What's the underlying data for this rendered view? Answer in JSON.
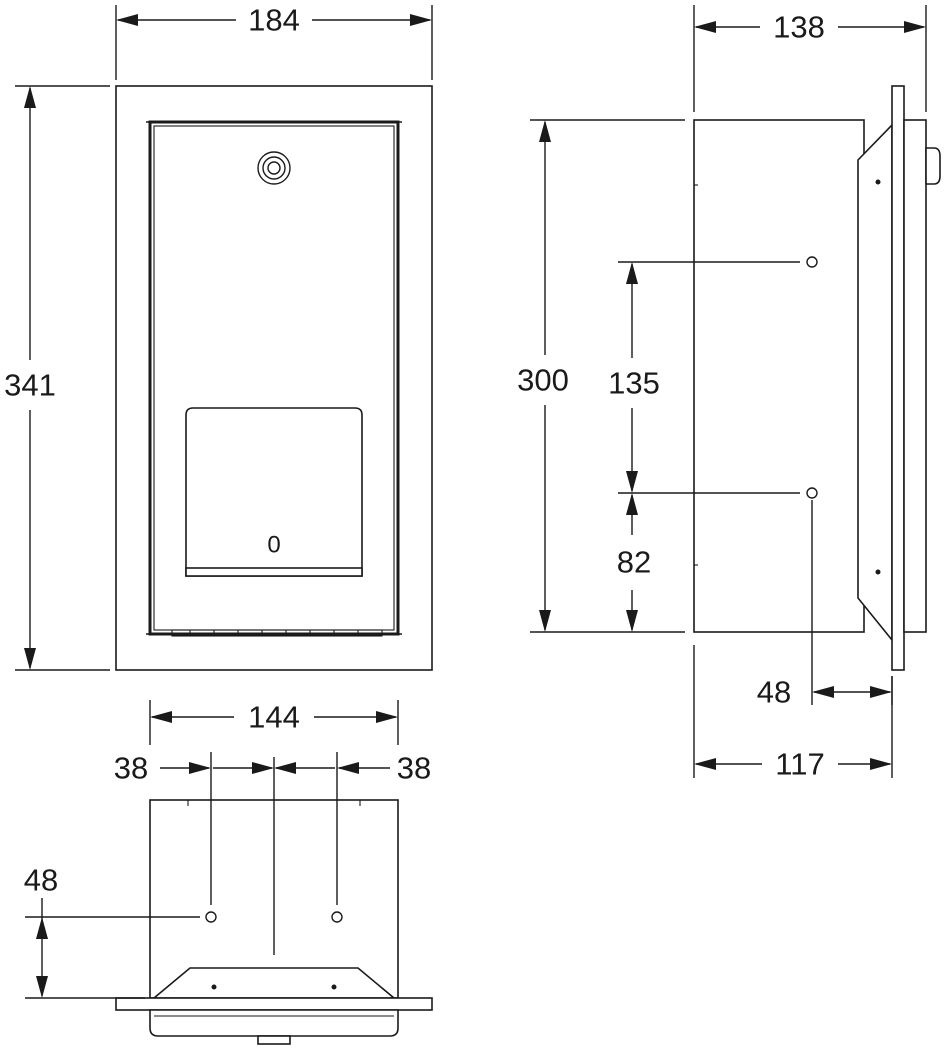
{
  "dimensions": {
    "front_width": "184",
    "front_height": "341",
    "inner_width": "144",
    "hole_offset_left": "38",
    "hole_offset_right": "38",
    "bottom_depth": "48",
    "side_depth": "138",
    "side_body_depth": "117",
    "side_height": "300",
    "hole_spacing": "135",
    "hole_bottom_offset": "82",
    "hole_depth": "48"
  },
  "labels": {
    "roll_indicator": "0"
  }
}
